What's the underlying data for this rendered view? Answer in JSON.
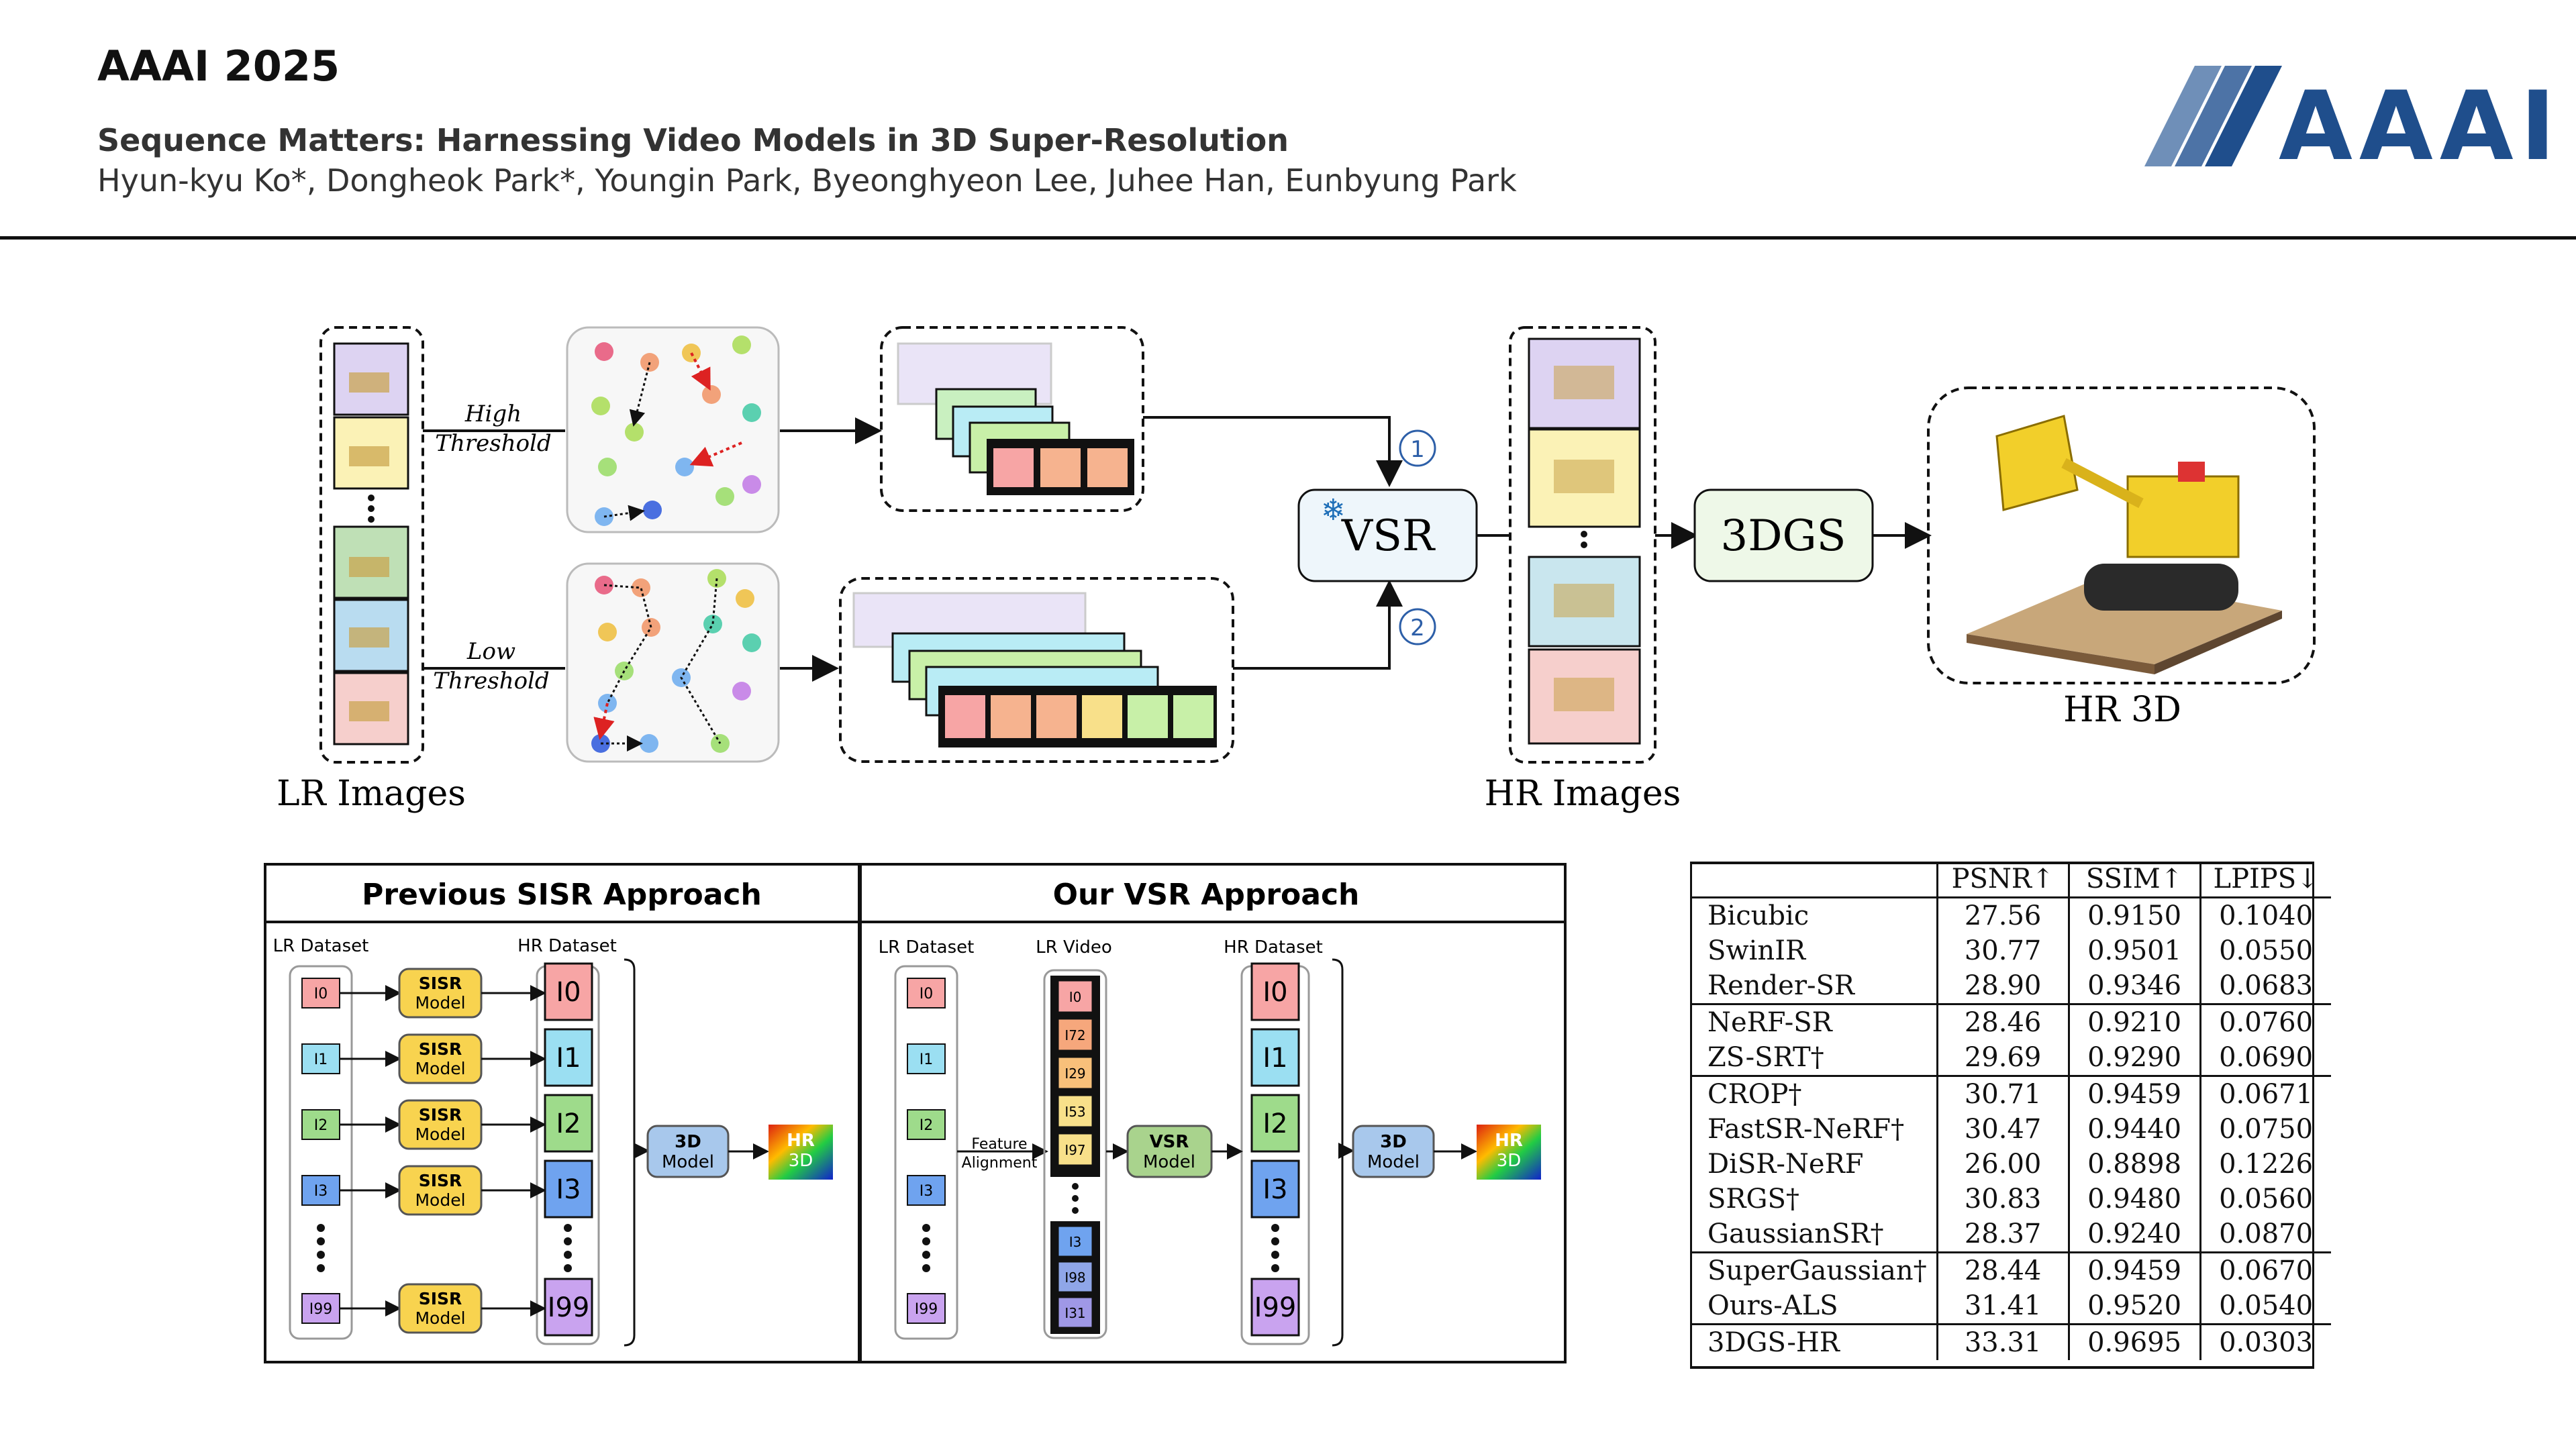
{
  "header": {
    "conference": "AAAI 2025",
    "title": "Sequence Matters: Harnessing Video Models in 3D Super-Resolution",
    "authors": "Hyun-kyu Ko*, Dongheok Park*, Youngin Park, Byeonghyeon Lee, Juhee Han, Eunbyung Park",
    "logo_text": "AAAI"
  },
  "pipeline": {
    "high_threshold_line1": "High",
    "high_threshold_line2": "Threshold",
    "low_threshold_line1": "Low",
    "low_threshold_line2": "Threshold",
    "vsr": "VSR",
    "step1": "1",
    "step2": "2",
    "three_dgs": "3DGS",
    "lr_images": "LR Images",
    "hr_images": "HR Images",
    "hr_3d": "HR 3D"
  },
  "sisr_panel": {
    "title": "Previous SISR Approach",
    "lr_dataset": "LR Dataset",
    "hr_dataset": "HR Dataset",
    "frames": [
      "I0",
      "I1",
      "I2",
      "I3",
      "I99"
    ],
    "model_line1": "SISR",
    "model_line2": "Model",
    "model3d_line1": "3D",
    "model3d_line2": "Model",
    "hr3d_line1": "HR",
    "hr3d_line2": "3D"
  },
  "vsr_panel": {
    "title": "Our VSR Approach",
    "lr_dataset": "LR Dataset",
    "lr_video": "LR Video",
    "hr_dataset": "HR Dataset",
    "frames": [
      "I0",
      "I1",
      "I2",
      "I3",
      "I99"
    ],
    "video_frames_top": [
      "I0",
      "I72",
      "I29",
      "I53",
      "I97"
    ],
    "video_frames_bottom": [
      "I3",
      "I98",
      "I31"
    ],
    "feature_line1": "Feature",
    "feature_line2": "Alignment",
    "vsr_line1": "VSR",
    "vsr_line2": "Model",
    "model3d_line1": "3D",
    "model3d_line2": "Model",
    "hr3d_line1": "HR",
    "hr3d_line2": "3D"
  },
  "results_table": {
    "columns": [
      "",
      "PSNR↑",
      "SSIM↑",
      "LPIPS↓"
    ],
    "rows": [
      [
        "Bicubic",
        "27.56",
        "0.9150",
        "0.1040"
      ],
      [
        "SwinIR",
        "30.77",
        "0.9501",
        "0.0550"
      ],
      [
        "Render-SR",
        "28.90",
        "0.9346",
        "0.0683"
      ],
      [
        "NeRF-SR",
        "28.46",
        "0.9210",
        "0.0760"
      ],
      [
        "ZS-SRT†",
        "29.69",
        "0.9290",
        "0.0690"
      ],
      [
        "CROP†",
        "30.71",
        "0.9459",
        "0.0671"
      ],
      [
        "FastSR-NeRF†",
        "30.47",
        "0.9440",
        "0.0750"
      ],
      [
        "DiSR-NeRF",
        "26.00",
        "0.8898",
        "0.1226"
      ],
      [
        "SRGS†",
        "30.83",
        "0.9480",
        "0.0560"
      ],
      [
        "GaussianSR†",
        "28.37",
        "0.9240",
        "0.0870"
      ],
      [
        "SuperGaussian†",
        "28.44",
        "0.9459",
        "0.0670"
      ],
      [
        "Ours-ALS",
        "31.41",
        "0.9520",
        "0.0540"
      ],
      [
        "3DGS-HR",
        "33.31",
        "0.9695",
        "0.0303"
      ]
    ]
  }
}
